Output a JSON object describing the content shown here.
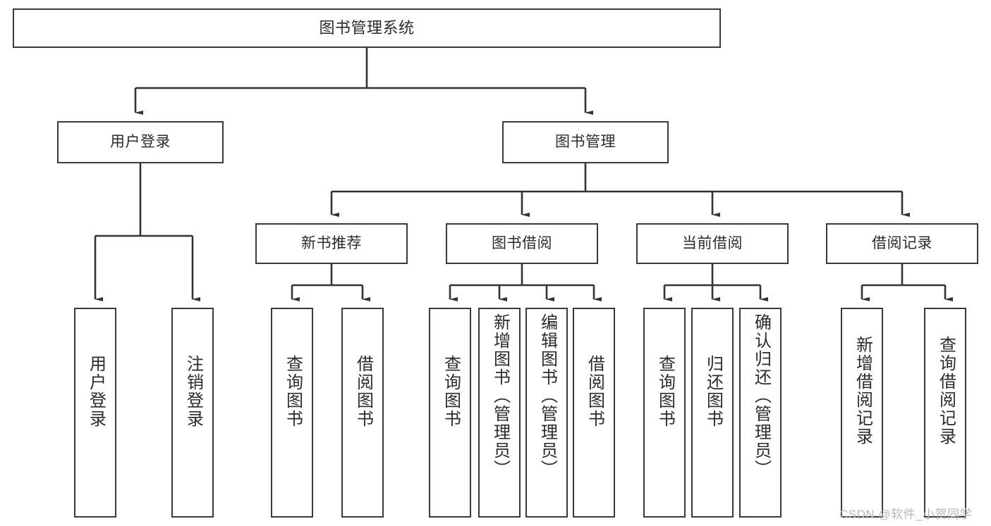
{
  "diagram": {
    "title": "图书管理系统",
    "type": "hierarchy-tree",
    "colors": {
      "box_border": "#3a3a3a",
      "box_fill": "#ffffff",
      "line": "#333333",
      "text": "#2b2b2b",
      "watermark": "#b7b7b7",
      "background": "#ffffff"
    },
    "root": {
      "label": "图书管理系统"
    },
    "level2": [
      {
        "label": "用户登录"
      },
      {
        "label": "图书管理"
      }
    ],
    "level3": [
      {
        "label": "新书推荐"
      },
      {
        "label": "图书借阅"
      },
      {
        "label": "当前借阅"
      },
      {
        "label": "借阅记录"
      }
    ],
    "leaves": {
      "user_login": [
        {
          "label": "用户登录"
        },
        {
          "label": "注销登录"
        }
      ],
      "new_book_recommend": [
        {
          "label": "查询图书"
        },
        {
          "label": "借阅图书"
        }
      ],
      "book_borrow": [
        {
          "label": "查询图书"
        },
        {
          "label": "新增图书（管理员）"
        },
        {
          "label": "编辑图书（管理员）"
        },
        {
          "label": "借阅图书"
        }
      ],
      "current_borrow": [
        {
          "label": "查询图书"
        },
        {
          "label": "归还图书"
        },
        {
          "label": "确认归还（管理员）"
        }
      ],
      "borrow_record": [
        {
          "label": "新增借阅记录"
        },
        {
          "label": "查询借阅记录"
        }
      ]
    },
    "watermark": "CSDN @软件_小贺同学"
  }
}
